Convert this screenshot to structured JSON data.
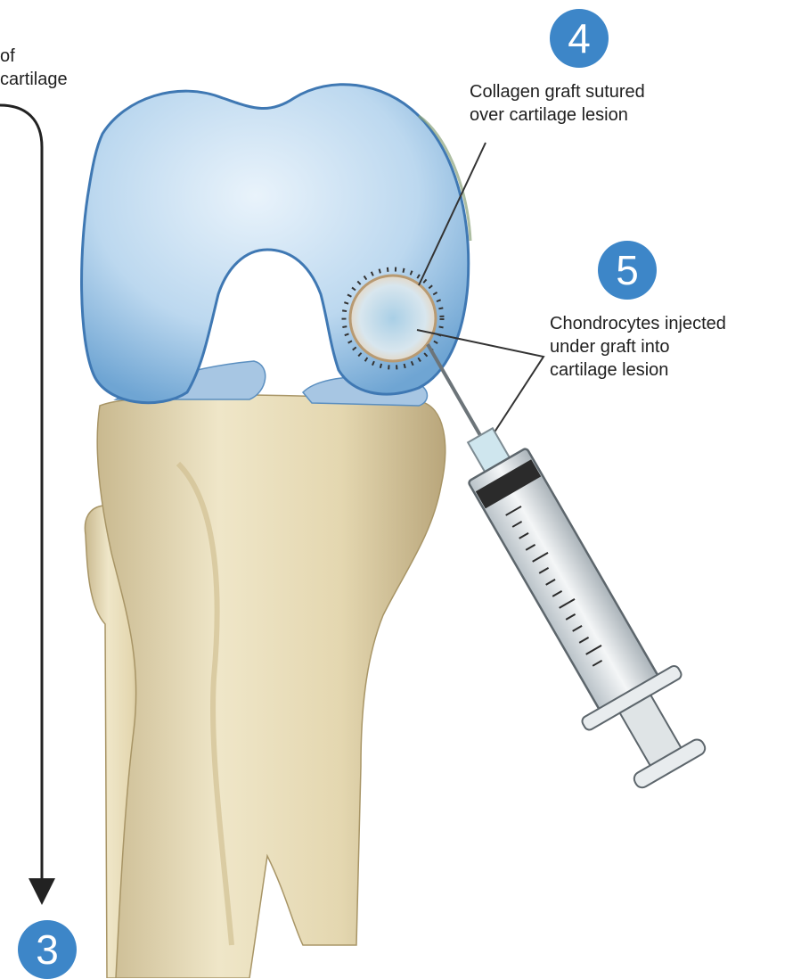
{
  "left_caption": {
    "lines": [
      "of",
      "cartilage"
    ]
  },
  "steps": [
    {
      "number": "3",
      "lines": []
    },
    {
      "number": "4",
      "lines": [
        "Collagen graft sutured",
        "over cartilage lesion"
      ]
    },
    {
      "number": "5",
      "lines": [
        "Chondrocytes injected",
        "under graft into",
        "cartilage lesion"
      ]
    }
  ],
  "colors": {
    "badge": "#3d86c8",
    "cartilage": "#9fc6e6",
    "bone": "#e8dcb8",
    "text": "#1f1f1f"
  }
}
